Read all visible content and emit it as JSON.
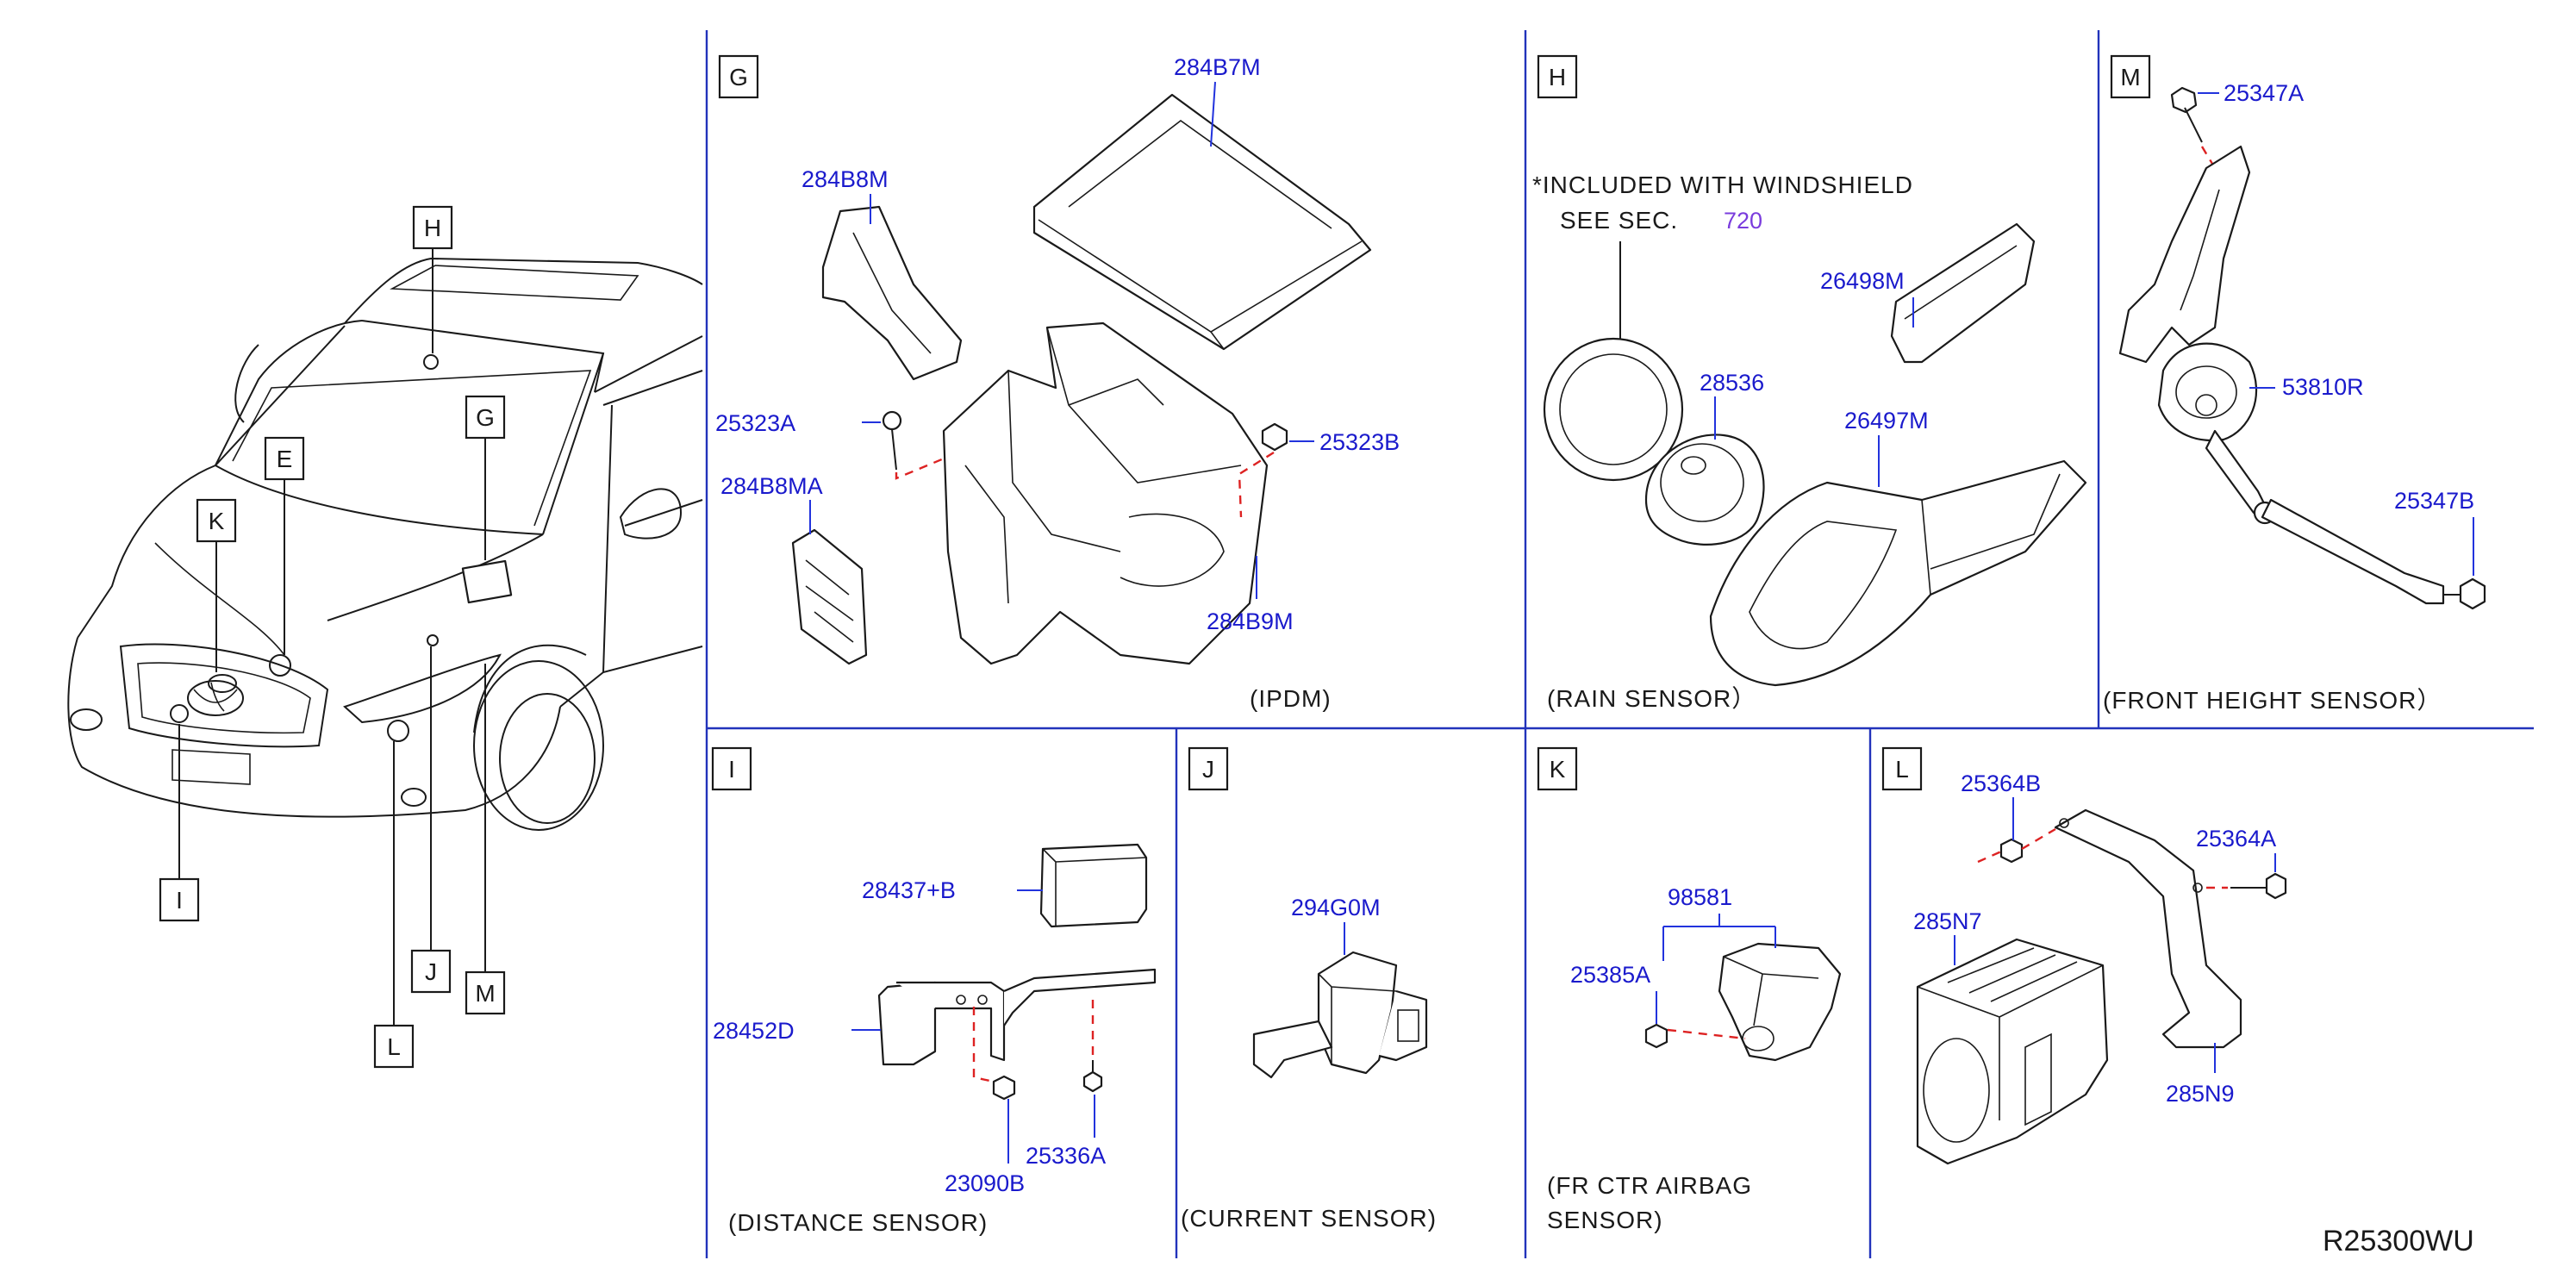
{
  "diagram_code": "R25300WU",
  "sections": {
    "G": {
      "letter": "G",
      "caption": "(IPDM)",
      "parts": [
        "284B7M",
        "284B8M",
        "25323A",
        "25323B",
        "284B8MA",
        "284B9M"
      ]
    },
    "H": {
      "letter": "H",
      "note_line1": "*INCLUDED  WITH  WINDSHIELD",
      "note_line2": "SEE  SEC.",
      "note_ref": "720",
      "caption": "(RAIN  SENSOR）",
      "parts": [
        "26498M",
        "28536",
        "26497M"
      ]
    },
    "M": {
      "letter": "M",
      "caption": "(FRONT  HEIGHT  SENSOR）",
      "parts": [
        "25347A",
        "53810R",
        "25347B"
      ]
    },
    "I": {
      "letter": "I",
      "caption": "(DISTANCE  SENSOR)",
      "parts": [
        "28437+B",
        "28452D",
        "23090B",
        "25336A"
      ]
    },
    "J": {
      "letter": "J",
      "caption": "(CURRENT  SENSOR)",
      "parts": [
        "294G0M"
      ]
    },
    "K": {
      "letter": "K",
      "caption_line1": "(FR  CTR  AIRBAG",
      "caption_line2": "SENSOR)",
      "parts": [
        "98581",
        "25385A"
      ]
    },
    "L": {
      "letter": "L",
      "parts": [
        "25364B",
        "25364A",
        "285N7",
        "285N9"
      ]
    }
  },
  "vehicle_callouts": [
    "H",
    "G",
    "E",
    "K",
    "I",
    "J",
    "L",
    "M"
  ],
  "colors": {
    "part_number": "#1a1acc",
    "section_ref": "#7a3cdd",
    "fastener_path": "#dd2222",
    "frame": "#2233bb"
  }
}
